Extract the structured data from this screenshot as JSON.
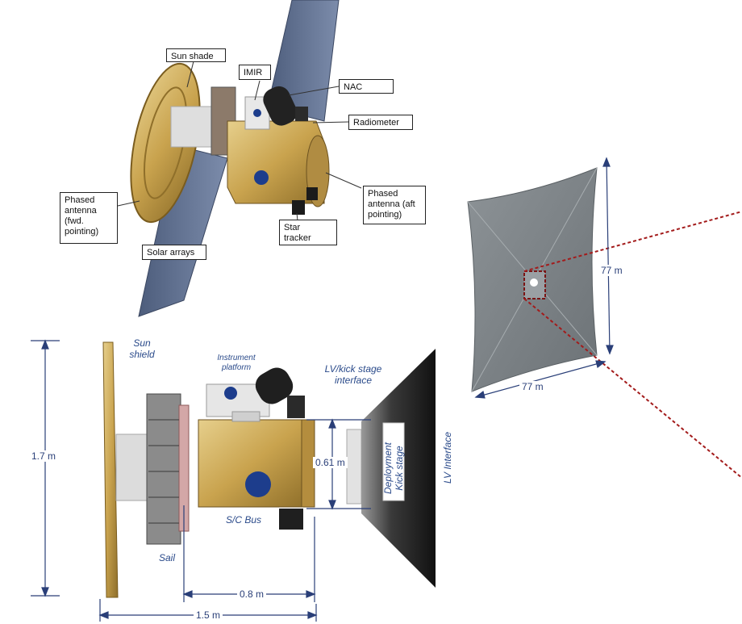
{
  "top_callouts": {
    "sun_shade": "Sun shade",
    "imir": "IMIR",
    "nac": "NAC",
    "radiometer": "Radiometer",
    "phased_antenna_fwd": "Phased\nantenna\n(fwd.\npointing)",
    "phased_antenna_aft": "Phased\nantenna (aft\npointing)",
    "star_tracker": "Star\ntracker",
    "solar_arrays": "Solar arrays"
  },
  "side_view": {
    "sun_shield": "Sun\nshield",
    "instrument_platform": "Instrument\nplatform",
    "lv_kick_interface": "LV/kick stage\ninterface",
    "deployment_kick_stage": "Deployment\nKick stage",
    "lv_interface": "LV Interface",
    "sc_bus": "S/C Bus",
    "sail": "Sail",
    "height_total": "1.7 m",
    "bus_height": "0.61 m",
    "bus_length": "0.8 m",
    "total_length": "1.5 m"
  },
  "sail_view": {
    "height": "77 m",
    "width": "77 m"
  },
  "colors": {
    "gold": "#c9a34e",
    "panel": "#5f6f8e",
    "sail": "#7c8286",
    "dimension": "#2a3f78",
    "highlight": "#a31b1b"
  }
}
